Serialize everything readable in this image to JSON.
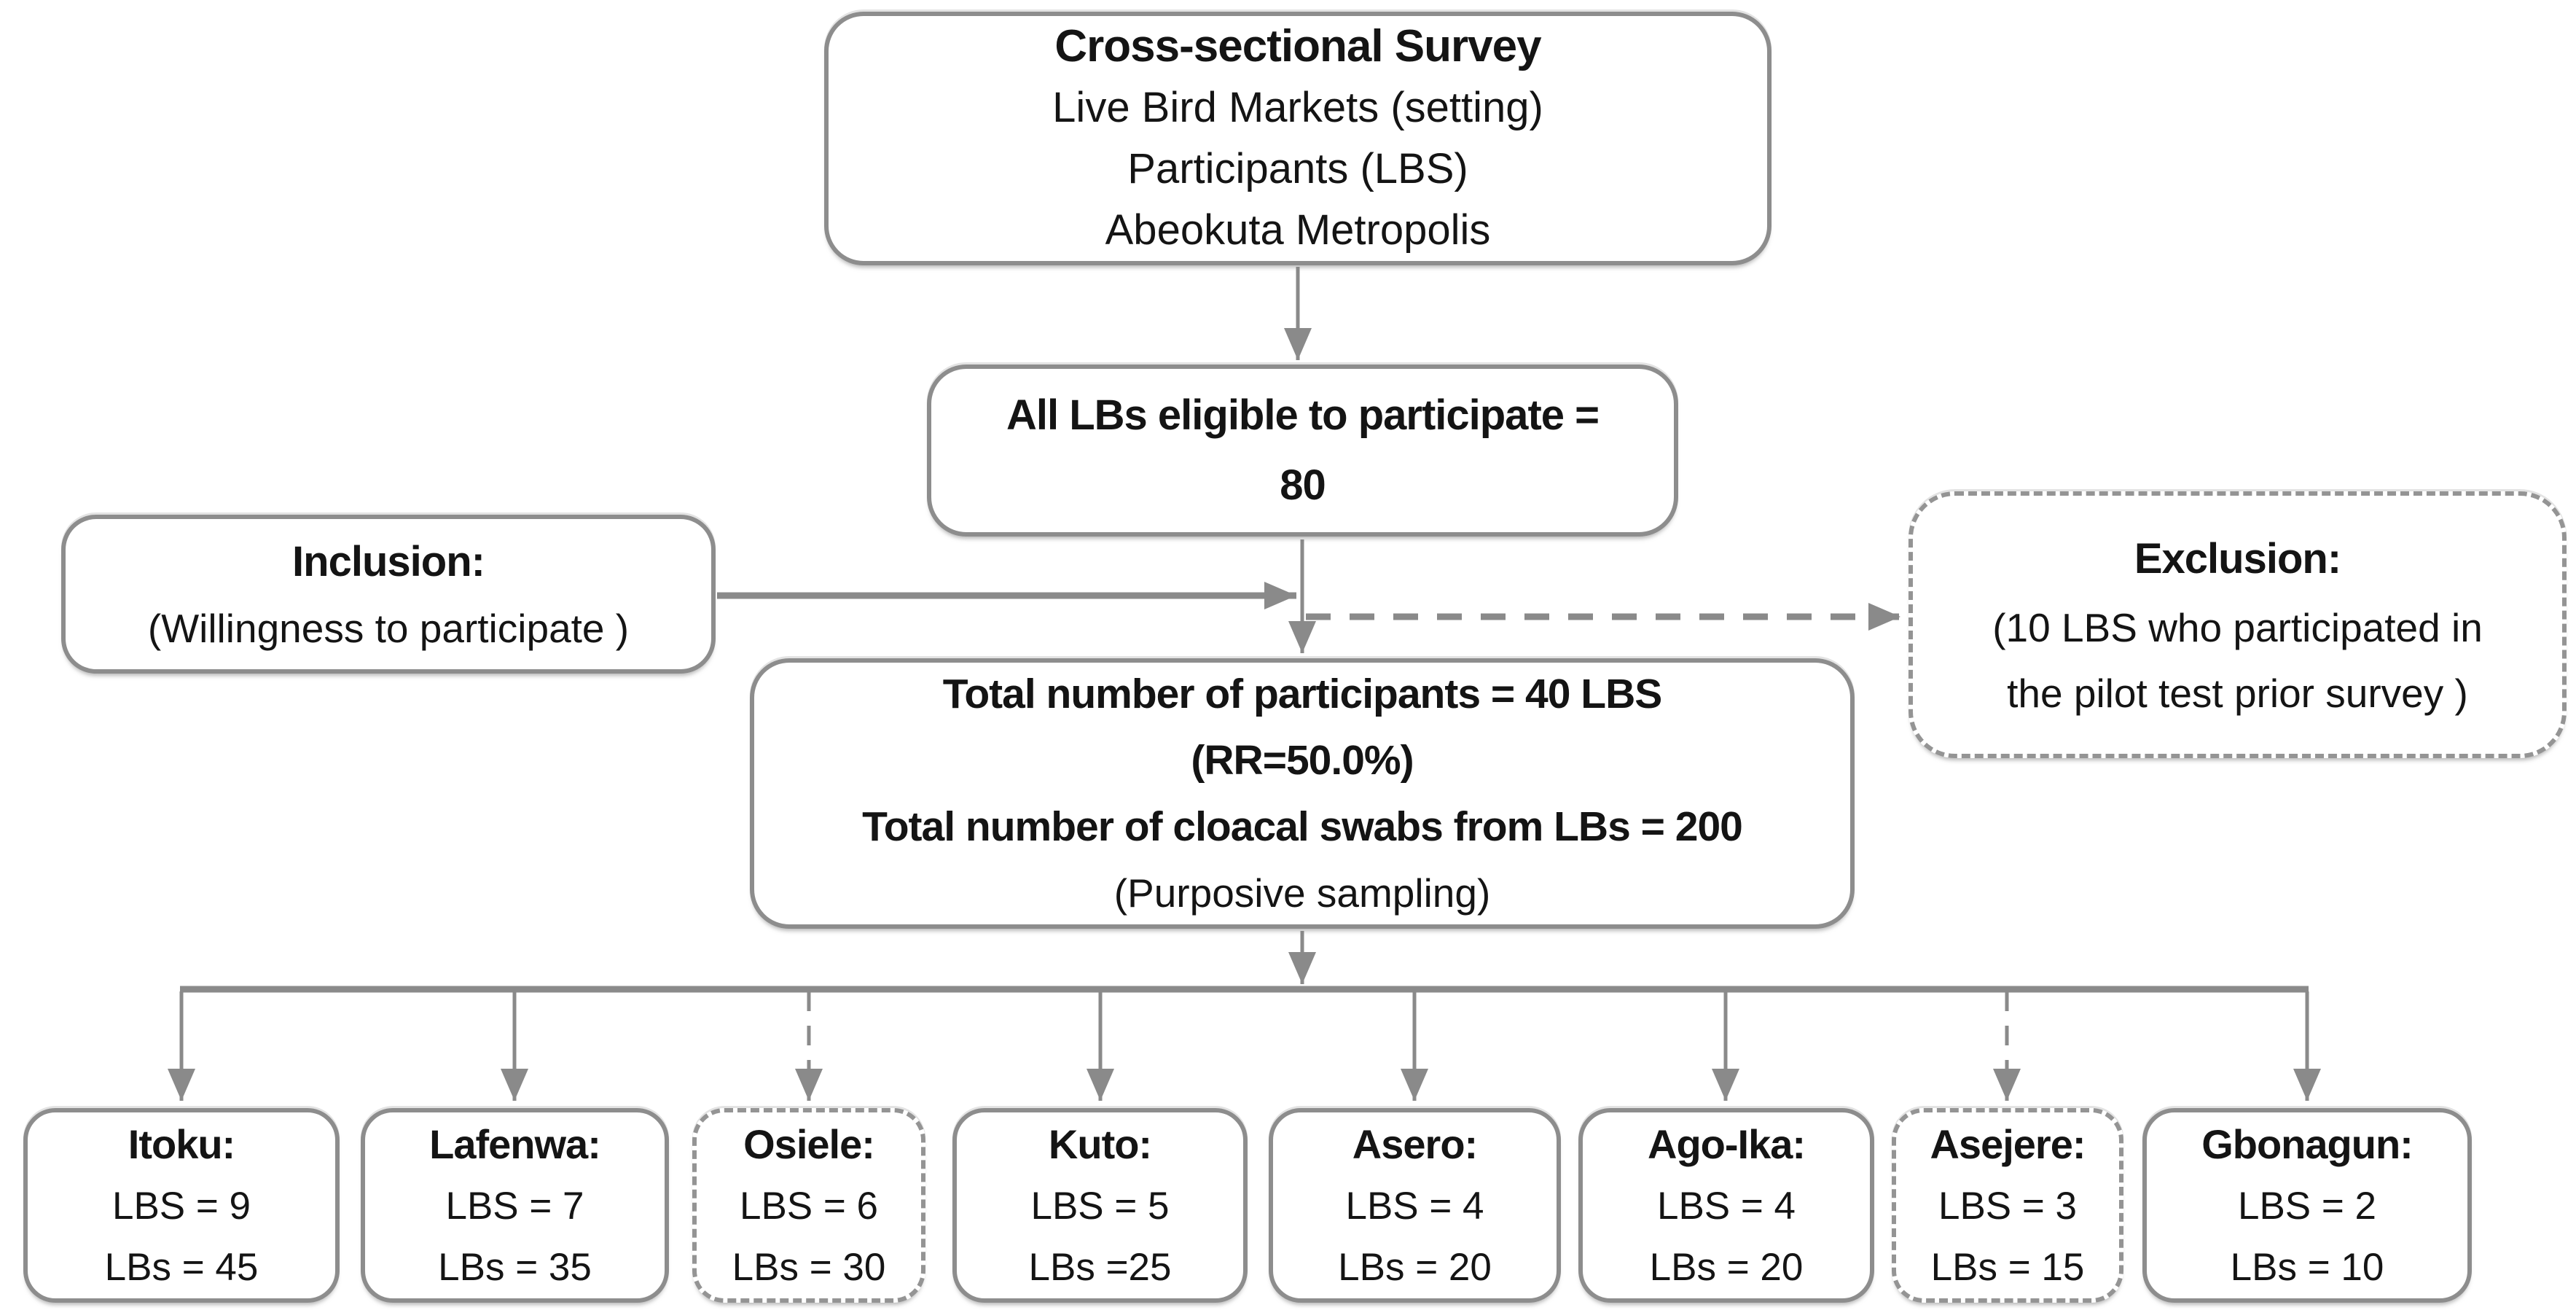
{
  "diagram": {
    "survey_box": {
      "title": "Cross-sectional Survey",
      "lines": [
        "Live Bird Markets (setting)",
        "Participants (LBS)",
        "Abeokuta Metropolis"
      ]
    },
    "eligible_box": {
      "lines": [
        "All LBs eligible to participate =",
        "80"
      ]
    },
    "inclusion_box": {
      "title": "Inclusion:",
      "detail": "(Willingness to participate )"
    },
    "exclusion_box": {
      "title": "Exclusion:",
      "detail_lines": [
        "(10 LBS who participated in",
        "the pilot test prior survey )"
      ]
    },
    "total_box": {
      "bold_lines": [
        "Total number of participants = 40 LBS",
        "(RR=50.0%)",
        "Total number of cloacal swabs from LBs = 200"
      ],
      "note": "(Purposive sampling)"
    },
    "market_boxes": [
      {
        "name": "Itoku:",
        "lbs": "LBS = 9",
        "birds": "LBs = 45",
        "dashed": false
      },
      {
        "name": "Lafenwa:",
        "lbs": "LBS = 7",
        "birds": "LBs = 35",
        "dashed": false
      },
      {
        "name": "Osiele:",
        "lbs": "LBS = 6",
        "birds": "LBs = 30",
        "dashed": true
      },
      {
        "name": "Kuto:",
        "lbs": "LBS = 5",
        "birds": "LBs =25",
        "dashed": false
      },
      {
        "name": "Asero:",
        "lbs": "LBS = 4",
        "birds": "LBs = 20",
        "dashed": false
      },
      {
        "name": "Ago-Ika:",
        "lbs": "LBS = 4",
        "birds": "LBs = 20",
        "dashed": false
      },
      {
        "name": "Asejere:",
        "lbs": "LBS = 3",
        "birds": "LBs = 15",
        "dashed": true
      },
      {
        "name": "Gbonagun:",
        "lbs": "LBS = 2",
        "birds": "LBs = 10",
        "dashed": false
      }
    ],
    "colors": {
      "line": "#8a8a8a",
      "box_border": "#8d8d8d",
      "text": "#141414",
      "background": "#ffffff"
    }
  }
}
